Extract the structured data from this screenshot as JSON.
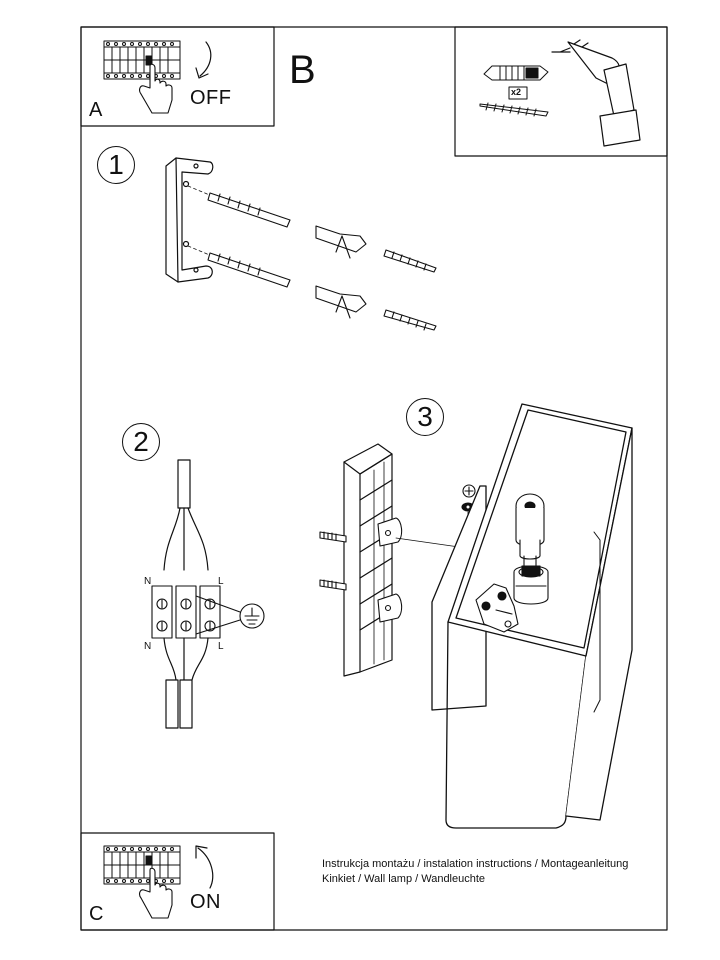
{
  "panels": {
    "a": {
      "letter": "A",
      "state": "OFF"
    },
    "b": {
      "letter": "B",
      "quantity": "x2"
    },
    "c": {
      "letter": "C",
      "state": "ON"
    }
  },
  "steps": [
    "1",
    "2",
    "3"
  ],
  "wiring": {
    "neutral": "N",
    "live": "L"
  },
  "caption": {
    "line1": "Instrukcja montażu / instalation instructions / Montageanleitung",
    "line2": "Kinkiet / Wall lamp / Wandleuchte"
  }
}
